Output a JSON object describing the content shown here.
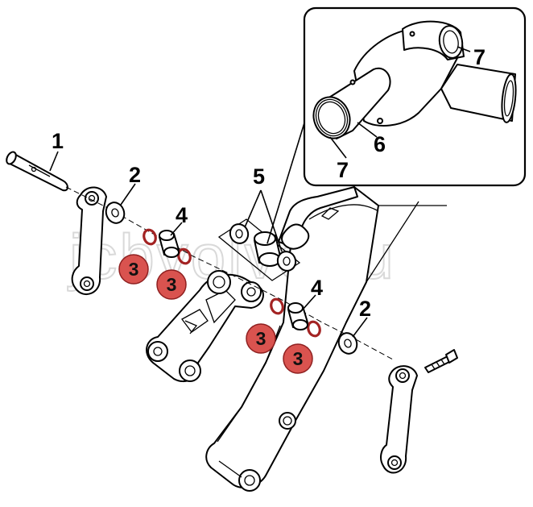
{
  "diagram": {
    "watermark": "jcbvolvo.ru",
    "inset_present": true,
    "colors": {
      "badge_fill": "#d9534f",
      "badge_stroke": "#8f2020",
      "seal_ring": "#a32323",
      "line": "#000000",
      "watermark": "#d9d9d9"
    },
    "callouts": {
      "pin": "1",
      "washer_left": "2",
      "washer_right": "2",
      "bush_left": "4",
      "bush_right": "4",
      "spacer_group": "5",
      "inset_bush": "6",
      "inset_seal_top": "7",
      "inset_seal_bottom": "7"
    },
    "badges": {
      "a": "3",
      "b": "3",
      "c": "3",
      "d": "3"
    }
  }
}
